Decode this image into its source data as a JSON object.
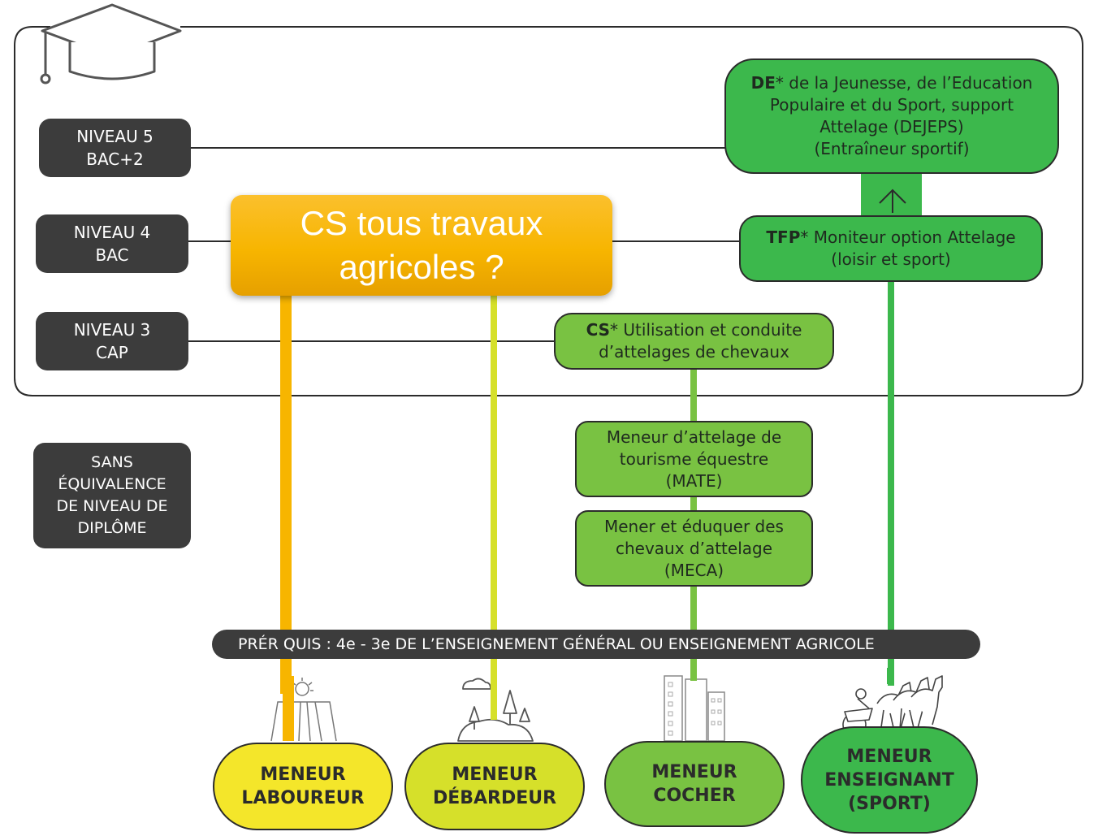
{
  "levels": {
    "niveau5": {
      "line1": "NIVEAU 5",
      "line2": "BAC+2"
    },
    "niveau4": {
      "line1": "NIVEAU 4",
      "line2": "BAC"
    },
    "niveau3": {
      "line1": "NIVEAU 3",
      "line2": "CAP"
    },
    "sans": {
      "line1": "SANS",
      "line2": "ÉQUIVALENCE",
      "line3": "DE NIVEAU DE",
      "line4": "DIPLÔME"
    }
  },
  "diplomas": {
    "dejeps": {
      "bold": "DE",
      "line1_rest": "* de la Jeunesse, de l’Education",
      "line2": "Populaire et du Sport, support",
      "line3": "Attelage (DEJEPS)",
      "line4": "(Entraîneur sportif)"
    },
    "tfp": {
      "bold": "TFP",
      "line1_rest": "* Moniteur option Attelage",
      "line2": "(loisir et sport)"
    },
    "cs": {
      "bold": "CS",
      "line1_rest": "* Utilisation et conduite",
      "line2": "d’attelages de chevaux"
    },
    "mate": {
      "line1": "Meneur d’attelage de",
      "line2": "tourisme équestre",
      "line3": "(MATE)"
    },
    "meca": {
      "line1": "Mener et éduquer des",
      "line2": "chevaux d’attelage",
      "line3": "(MECA)"
    }
  },
  "overlay": {
    "line1": "CS tous travaux",
    "line2": "agricoles ?"
  },
  "prerequisite": {
    "text": "PRÉR QUIS : 4e - 3e DE L’ENSEIGNEMENT GÉNÉRAL OU ENSEIGNEMENT AGRICOLE"
  },
  "careers": {
    "laboureur": {
      "line1": "MENEUR",
      "line2": "LABOUREUR"
    },
    "debardeur": {
      "line1": "MENEUR",
      "line2": "DÉBARDEUR"
    },
    "cocher": {
      "line1": "MENEUR",
      "line2": "COCHER"
    },
    "enseignant": {
      "line1": "MENEUR",
      "line2": "ENSEIGNANT",
      "line3": "(SPORT)"
    }
  },
  "colors": {
    "dark_box": "#3c3c3c",
    "dark_green": "#3cb84c",
    "mid_green": "#79c242",
    "lime": "#d6e02a",
    "yellow": "#f4e62a",
    "orange": "#f7b500"
  },
  "icons": [
    "graduation-cap-icon",
    "field-icon",
    "forest-icon",
    "buildings-icon",
    "horses-carriage-icon"
  ]
}
